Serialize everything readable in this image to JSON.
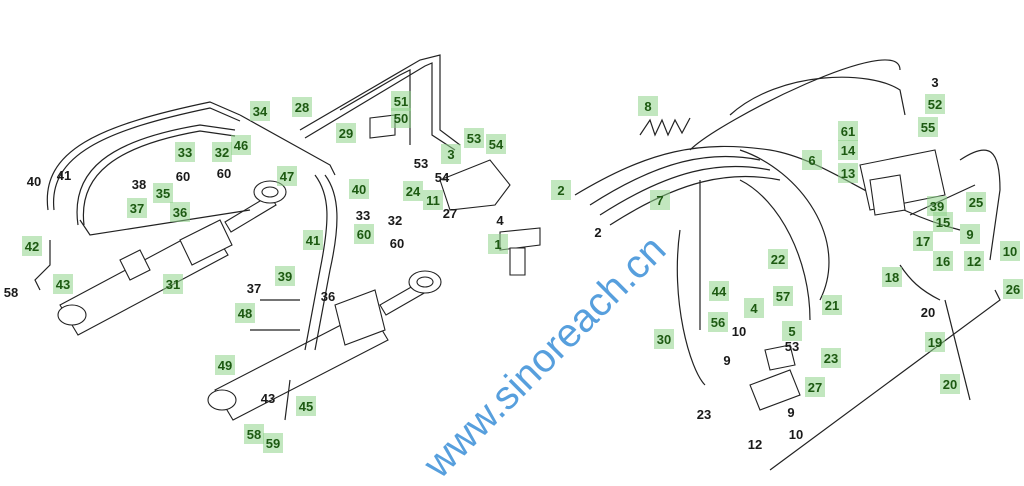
{
  "watermark": "www.sinoreach.cn",
  "colors": {
    "label_highlight": "#8fd48a",
    "watermark": "#3a8fd8",
    "line": "#222222"
  },
  "callouts": [
    "40",
    "41",
    "38",
    "37",
    "35",
    "36",
    "33",
    "32",
    "60",
    "60",
    "34",
    "28",
    "46",
    "29",
    "47",
    "51",
    "50",
    "53",
    "54",
    "3",
    "53",
    "54",
    "24",
    "11",
    "27",
    "40",
    "33",
    "32",
    "60",
    "60",
    "41",
    "39",
    "37",
    "36",
    "42",
    "43",
    "58",
    "31",
    "48",
    "49",
    "43",
    "45",
    "58",
    "59",
    "4",
    "1",
    "8",
    "2",
    "2",
    "7",
    "6",
    "3",
    "52",
    "55",
    "61",
    "14",
    "13",
    "39",
    "25",
    "15",
    "17",
    "9",
    "10",
    "12",
    "16",
    "18",
    "26",
    "22",
    "44",
    "57",
    "4",
    "21",
    "10",
    "5",
    "53",
    "56",
    "9",
    "23",
    "30",
    "27",
    "23",
    "9",
    "12",
    "10",
    "20",
    "19",
    "20"
  ]
}
